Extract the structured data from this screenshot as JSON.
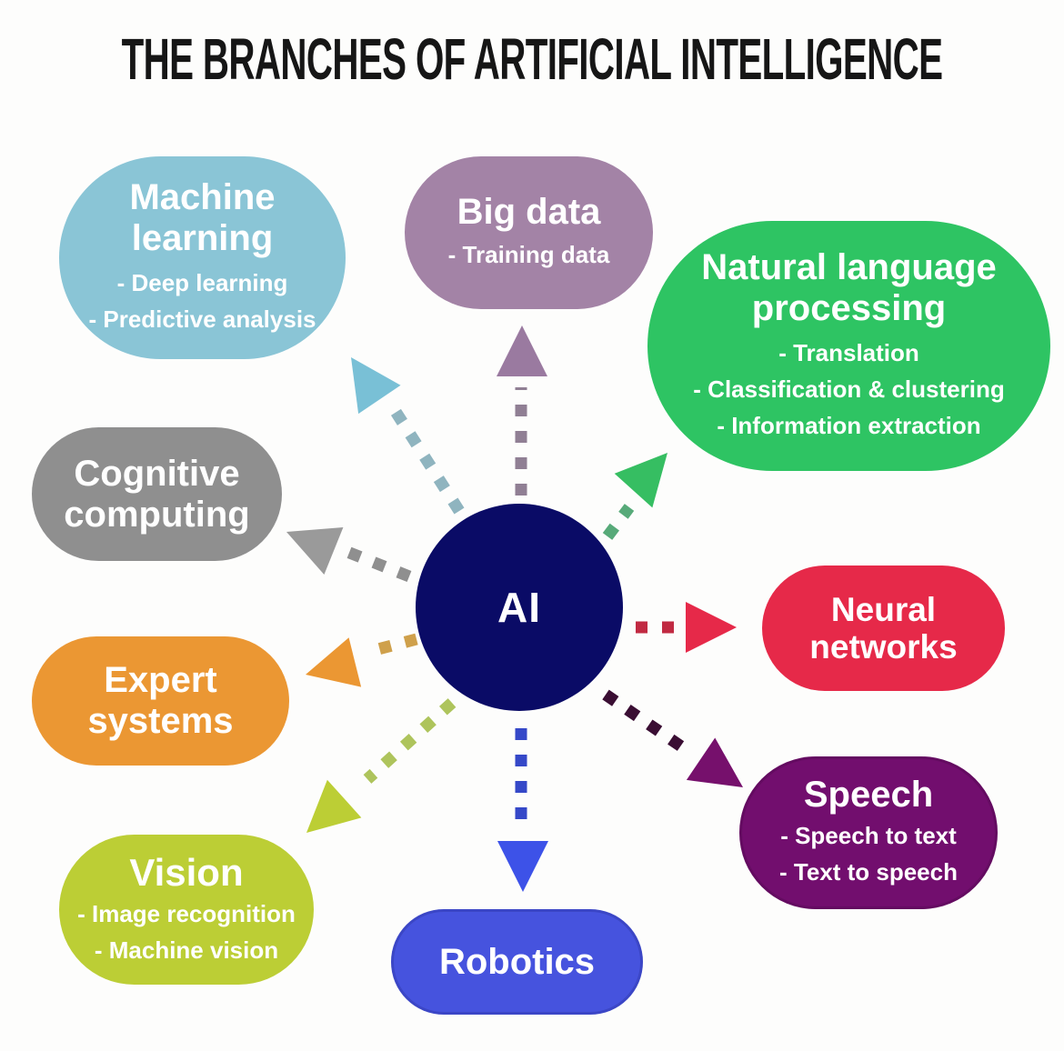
{
  "title": "THE BRANCHES OF ARTIFICIAL INTELLIGENCE",
  "center": {
    "label": "AI",
    "color": "#0a0b66"
  },
  "branches": [
    {
      "name": "Machine learning",
      "items": [
        "- Deep learning",
        "- Predictive analysis"
      ],
      "color": "#8ac5d6",
      "arrow_color": "#79c0d6",
      "trail_color": "#8fb4bf"
    },
    {
      "name": "Big data",
      "items": [
        "- Training data"
      ],
      "color": "#a383a6",
      "arrow_color": "#9a7aa0",
      "trail_color": "#907f94"
    },
    {
      "name": "Natural language processing",
      "items": [
        "- Translation",
        "- Classification & clustering",
        "- Information extraction"
      ],
      "color": "#2ec463",
      "arrow_color": "#36be62",
      "trail_color": "#57aa79"
    },
    {
      "name": "Cognitive computing",
      "items": [],
      "color": "#8f8f8f",
      "arrow_color": "#9a9a9a",
      "trail_color": "#8f8f8f"
    },
    {
      "name": "Neural networks",
      "items": [],
      "color": "#e62949",
      "arrow_color": "#e62949",
      "trail_color": "#c12a42"
    },
    {
      "name": "Expert systems",
      "items": [],
      "color": "#eb9733",
      "arrow_color": "#eb9733",
      "trail_color": "#cfa04b"
    },
    {
      "name": "Speech",
      "items": [
        "- Speech to text",
        "- Text to speech"
      ],
      "color": "#720e6e",
      "arrow_color": "#76106c",
      "trail_color": "#3a0e33"
    },
    {
      "name": "Vision",
      "items": [
        "- Image recognition",
        "- Machine vision"
      ],
      "color": "#bcce35",
      "arrow_color": "#bcce35",
      "trail_color": "#aec45c"
    },
    {
      "name": "Robotics",
      "items": [],
      "color": "#4653de",
      "arrow_color": "#3d52e8",
      "trail_color": "#3548c8"
    }
  ]
}
